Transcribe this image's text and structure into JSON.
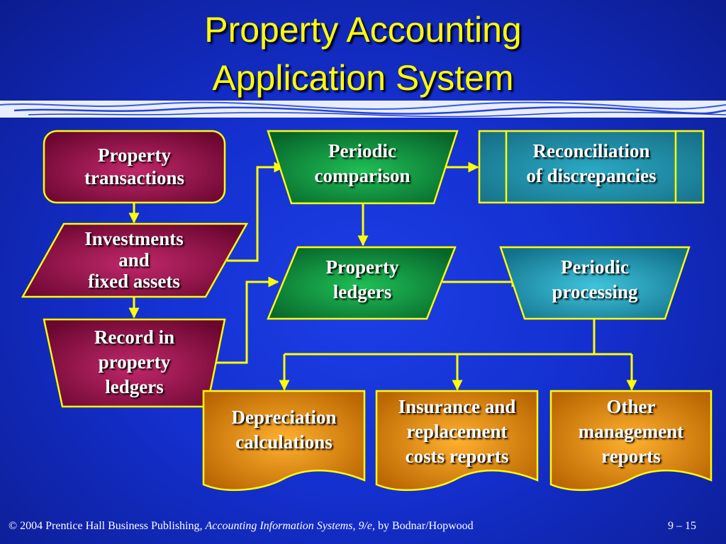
{
  "title": {
    "line1": "Property Accounting",
    "line2": "Application System"
  },
  "nodes": {
    "property_transactions": [
      "Property",
      "transactions"
    ],
    "investments": [
      "Investments",
      "and",
      "fixed assets"
    ],
    "record": [
      "Record in",
      "property",
      "ledgers"
    ],
    "periodic_comparison": [
      "Periodic",
      "comparison"
    ],
    "reconciliation": [
      "Reconciliation",
      "of discrepancies"
    ],
    "property_ledgers": [
      "Property",
      "ledgers"
    ],
    "periodic_processing": [
      "Periodic",
      "processing"
    ],
    "depreciation": [
      "Depreciation",
      "calculations"
    ],
    "insurance": [
      "Insurance and",
      "replacement",
      "costs reports"
    ],
    "other": [
      "Other",
      "management",
      "reports"
    ]
  },
  "footer": {
    "copyright": "© 2004 Prentice Hall Business Publishing, ",
    "book": "Accounting Information Systems, 9/e",
    "authors": ", by Bodnar/Hopwood",
    "page": "9 – 15"
  },
  "colors": {
    "background": "#1430cf",
    "title": "#ffff00",
    "connector": "#ffff00",
    "maroon_node": "#8a0f45",
    "green_node": "#0e8a3c",
    "teal_node": "#1b8fa8",
    "orange_node": "#d98000"
  }
}
